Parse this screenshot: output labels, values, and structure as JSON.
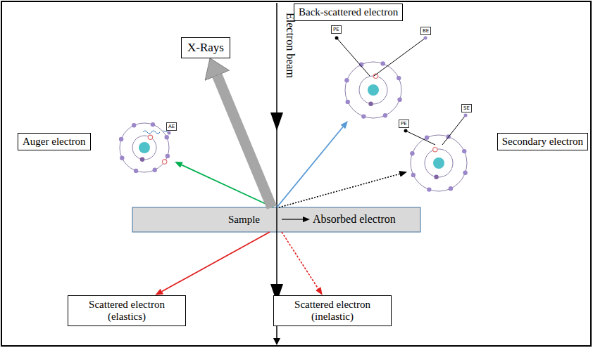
{
  "diagram": {
    "nodes": [
      {
        "text": [
          "X-Rays"
        ]
      },
      {
        "text": [
          "Back-scattered electron"
        ]
      },
      {
        "text": [
          "Auger electron"
        ]
      },
      {
        "text": [
          "Secondary electron"
        ]
      },
      {
        "text": [
          "Sample",
          "Absorbed electron"
        ]
      },
      {
        "text": [
          "Scattered electron (elastics)"
        ]
      },
      {
        "text": [
          "Scattered electron (inelastic)"
        ]
      }
    ],
    "edges": [
      {
        "from": 4,
        "to": 2,
        "arrow": "to"
      },
      {
        "from": 4,
        "to": 0,
        "arrow": "to"
      },
      {
        "from": 4,
        "to": 1,
        "arrow": "to"
      },
      {
        "from": 4,
        "to": 3,
        "arrow": "to"
      },
      {
        "from": 4,
        "to": 5,
        "arrow": "to"
      },
      {
        "from": 4,
        "to": 6,
        "arrow": "to"
      }
    ],
    "labels": [
      "Electron beam",
      "PE",
      "BE",
      "PE",
      "SE",
      "AE"
    ]
  }
}
